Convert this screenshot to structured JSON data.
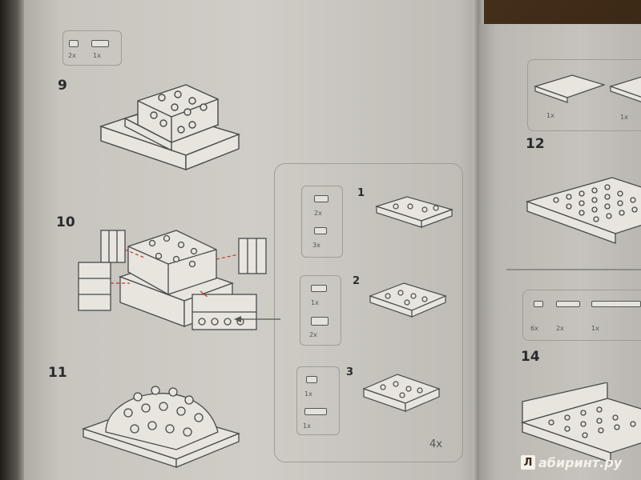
{
  "steps": {
    "s9": "9",
    "s10": "10",
    "s11": "11",
    "s12": "12",
    "s14": "14"
  },
  "top_parts": {
    "a": "2x",
    "b": "1x"
  },
  "sub_steps": {
    "one": {
      "num": "1",
      "q1": "2x",
      "q2": "3x"
    },
    "two": {
      "num": "2",
      "q1": "1x",
      "q2": "2x"
    },
    "three": {
      "num": "3",
      "q1": "1x",
      "q2": "1x"
    },
    "repeat": "4x"
  },
  "right_top_parts": {
    "a": "1x",
    "b": "1x"
  },
  "right_mid_parts": {
    "a": "6x",
    "b": "2x",
    "c": "1x"
  },
  "watermark": {
    "logo": "Л",
    "text": "абиринт.ру"
  }
}
